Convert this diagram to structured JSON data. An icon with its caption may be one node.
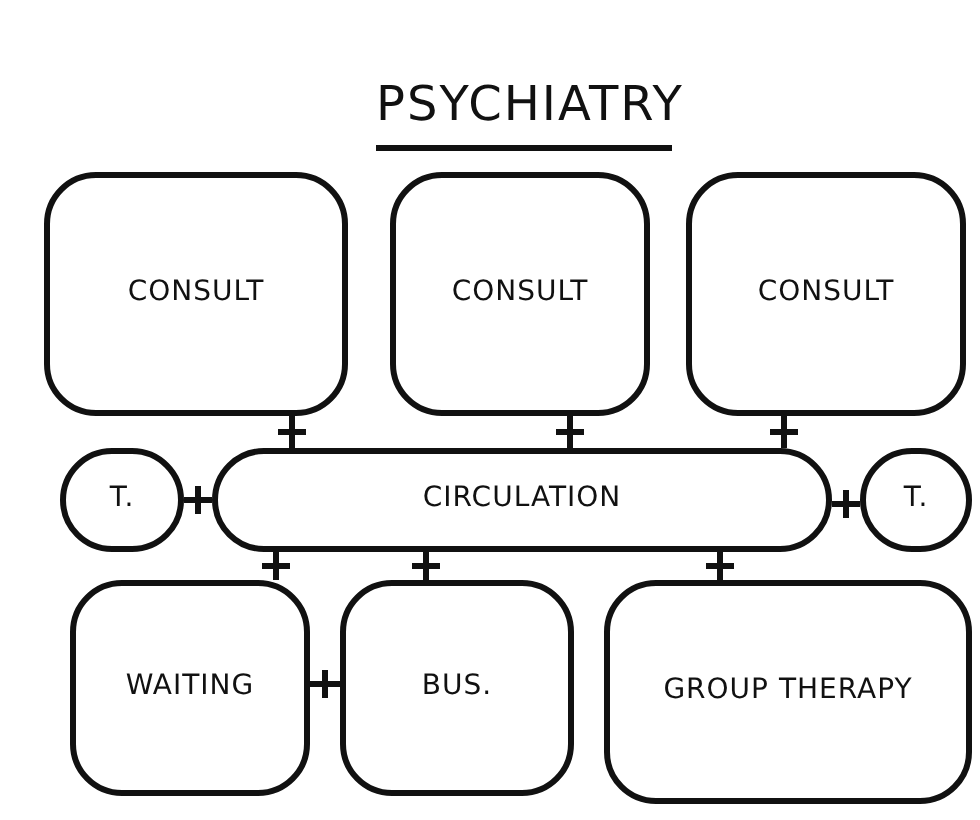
{
  "diagram": {
    "title": "PSYCHIATRY",
    "nodes": [
      {
        "text": [
          "CONSULT"
        ]
      },
      {
        "text": [
          "CONSULT"
        ]
      },
      {
        "text": [
          "CONSULT"
        ]
      },
      {
        "text": [
          "T."
        ]
      },
      {
        "text": [
          "CIRCULATION"
        ]
      },
      {
        "text": [
          "T."
        ]
      },
      {
        "text": [
          "WAITING"
        ]
      },
      {
        "text": [
          "BUS."
        ]
      },
      {
        "text": [
          "GROUP THERAPY"
        ]
      }
    ],
    "edges": [
      {
        "from": 0,
        "to": 4,
        "arrow": "none"
      },
      {
        "from": 1,
        "to": 4,
        "arrow": "none"
      },
      {
        "from": 2,
        "to": 4,
        "arrow": "none"
      },
      {
        "from": 3,
        "to": 4,
        "arrow": "none"
      },
      {
        "from": 4,
        "to": 5,
        "arrow": "none"
      },
      {
        "from": 4,
        "to": 6,
        "arrow": "none"
      },
      {
        "from": 4,
        "to": 7,
        "arrow": "none"
      },
      {
        "from": 4,
        "to": 8,
        "arrow": "none"
      },
      {
        "from": 6,
        "to": 7,
        "arrow": "none"
      }
    ]
  }
}
